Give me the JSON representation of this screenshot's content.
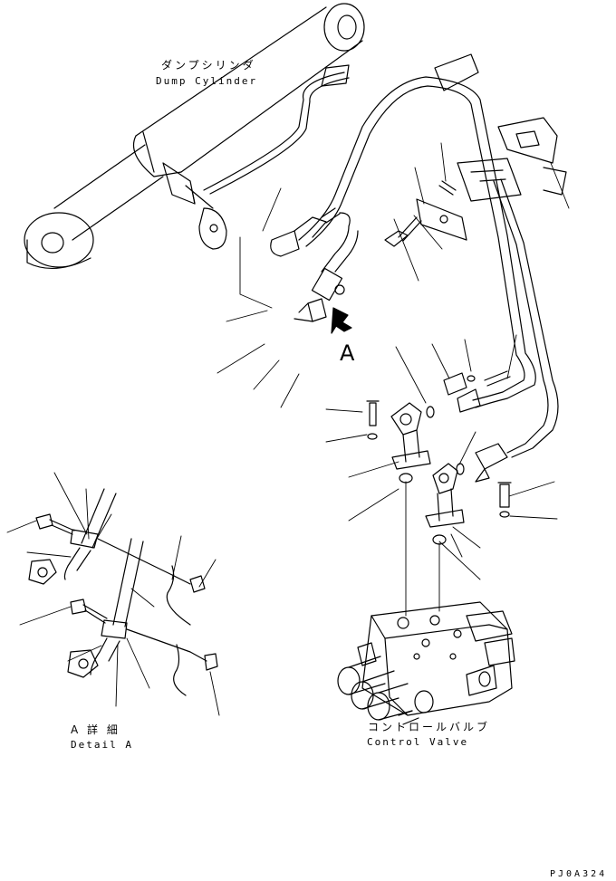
{
  "labels": {
    "dump_cylinder_jp": "ダンプシリンダ",
    "dump_cylinder_en": "Dump Cylinder",
    "view_marker": "A",
    "detail_jp": "A 詳 細",
    "detail_en": "Detail A",
    "control_valve_jp": "コントロールバルブ",
    "control_valve_en": "Control Valve",
    "drawing_code": "PJ0A324"
  }
}
